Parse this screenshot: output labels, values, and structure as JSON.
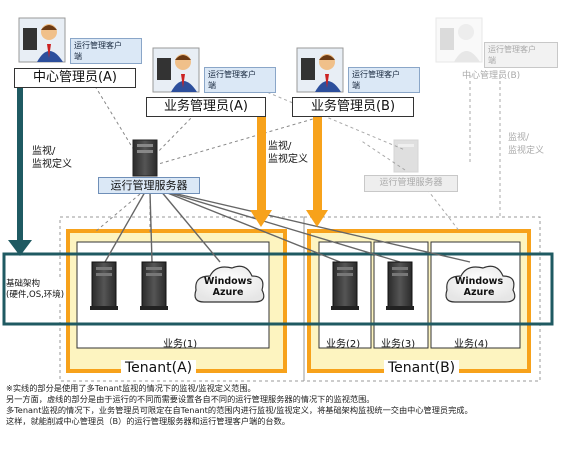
{
  "roles": {
    "center_admin": "中心管理员(A)",
    "biz_admin_a": "业务管理员(A)",
    "biz_admin_b": "业务管理员(B)",
    "center_admin_b": "中心管理员(B)"
  },
  "client_label": "运行管理客户\n端",
  "server_label": "运行管理服务器",
  "monitor_label": "监视/\n监视定义",
  "infra_label": "基础架构\n(硬件,OS,环境)",
  "windows_azure": "Windows\nAzure",
  "businesses": [
    "业务(1)",
    "业务(2)",
    "业务(3)",
    "业务(4)"
  ],
  "tenants": [
    "Tenant(A)",
    "Tenant(B)"
  ],
  "notes": [
    "※实线的部分是使用了多Tenant监视的情况下的监视/监视定义范围。",
    "另一方面，虚线的部分是由于运行的不同而需要设置各自不同的运行管理服务器的情况下的监视范围。",
    "多Tenant监视的情况下，业务管理员可限定在自Tenant的范围内进行监视/监视定义，将基础架构监视统一交由中心管理员完成。",
    "这样，就能削减中心管理员（B）的运行管理服务器和运行管理客户端的台数。"
  ],
  "colors": {
    "orange": "#f7a21b",
    "teal": "#1f5a62",
    "yellow_fill": "#fdf4c0",
    "client_blue": "#dbe8f6"
  },
  "icons": [
    "admin-person-icon",
    "server-tower-icon",
    "windows-azure-cloud-icon"
  ]
}
